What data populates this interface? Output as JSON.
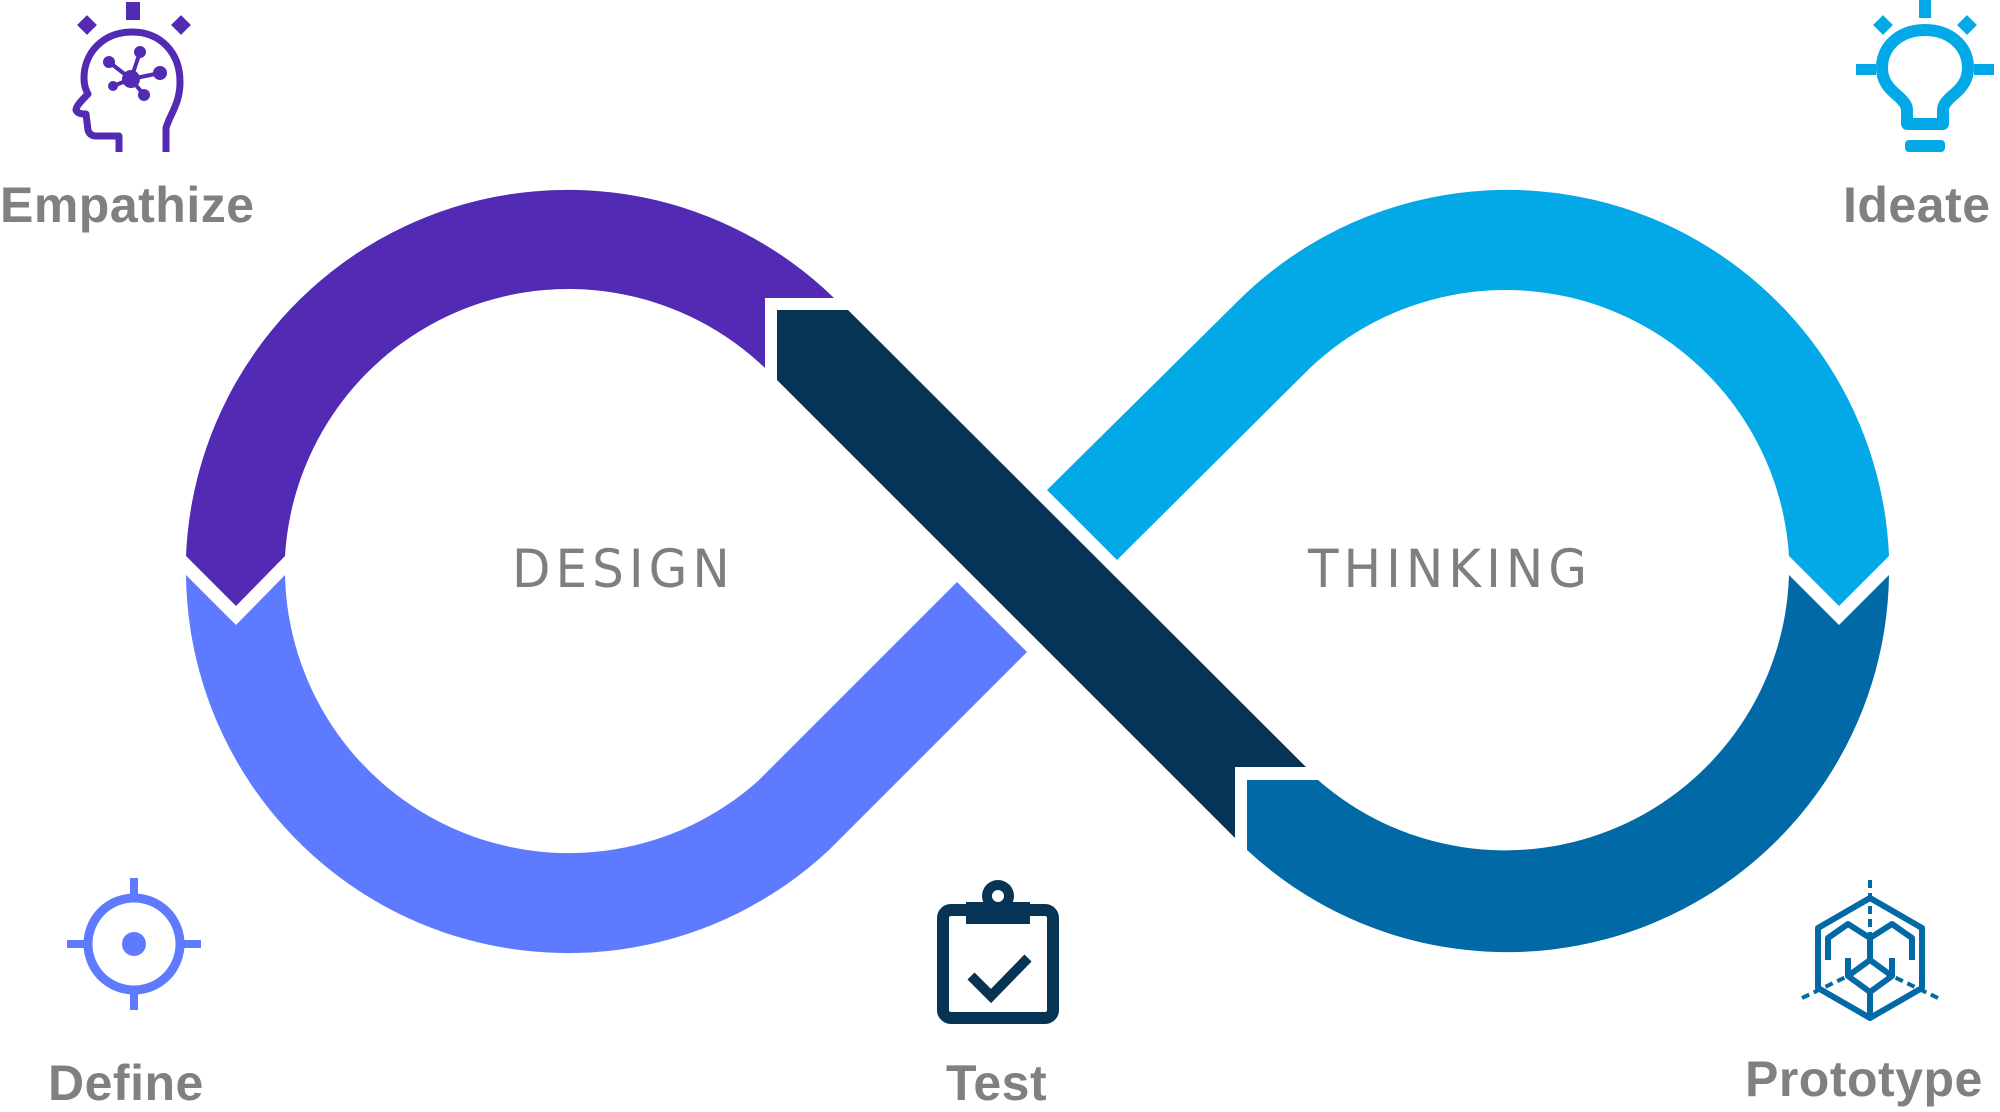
{
  "title_words": {
    "left": "DESIGN",
    "right": "THINKING"
  },
  "stages": [
    {
      "id": "empathize",
      "label": "Empathize",
      "icon": "head-network-icon",
      "color": "#522AB4"
    },
    {
      "id": "define",
      "label": "Define",
      "icon": "target-crosshair-icon",
      "color": "#5E7BFF"
    },
    {
      "id": "ideate",
      "label": "Ideate",
      "icon": "lightbulb-icon",
      "color": "#02A9E6"
    },
    {
      "id": "prototype",
      "label": "Prototype",
      "icon": "wireframe-cube-icon",
      "color": "#016AA6"
    },
    {
      "id": "test",
      "label": "Test",
      "icon": "clipboard-check-icon",
      "color": "#073355"
    }
  ],
  "colors": {
    "empathize_segment": "#522AB4",
    "define_segment": "#5E7BFF",
    "ideate_segment": "#02A9E6",
    "prototype_segment": "#016AA6",
    "test_segment": "#073355",
    "label_text": "#808080"
  }
}
